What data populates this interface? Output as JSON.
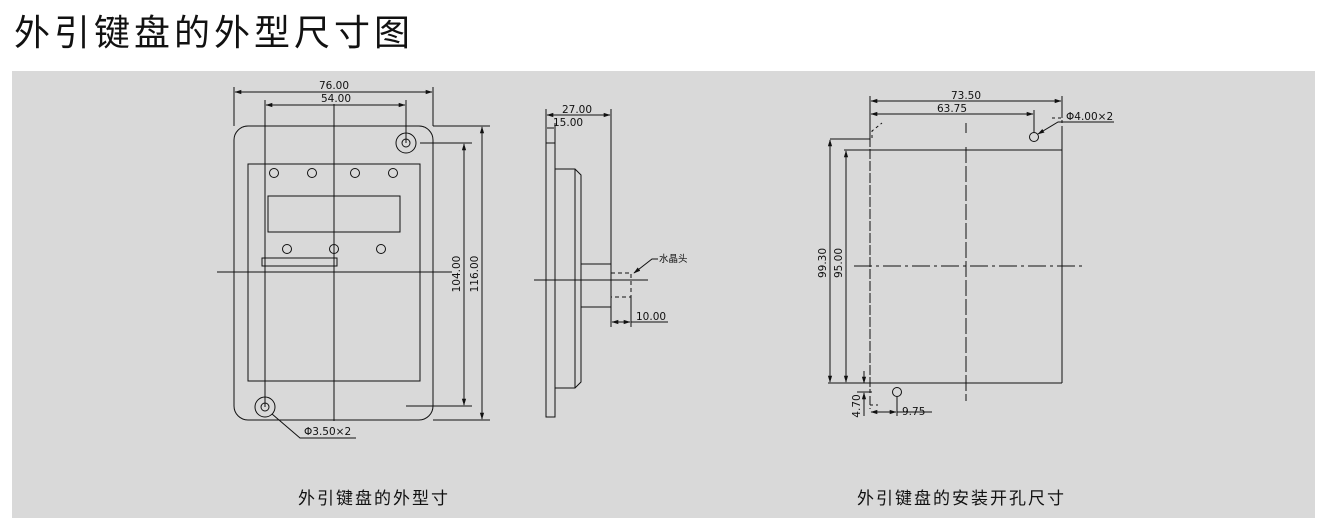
{
  "title": "外引键盘的外型尺寸图",
  "front_view": {
    "width_outer": "76.00",
    "width_inner": "54.00",
    "height_inner": "104.00",
    "height_outer": "116.00",
    "hole_label": "Φ3.50×2"
  },
  "side_view": {
    "depth_total": "27.00",
    "depth_flange": "15.00",
    "connector_label": "水晶头",
    "connector_length": "10.00"
  },
  "cutout_view": {
    "width_outer": "73.50",
    "width_inner": "63.75",
    "hole_label": "Φ4.00×2",
    "height_outer": "99.30",
    "height_inner": "95.00",
    "offset_v": "4.70",
    "offset_h": "9.75"
  },
  "captions": {
    "left": "外引键盘的外型寸",
    "right": "外引键盘的安装开孔尺寸"
  }
}
